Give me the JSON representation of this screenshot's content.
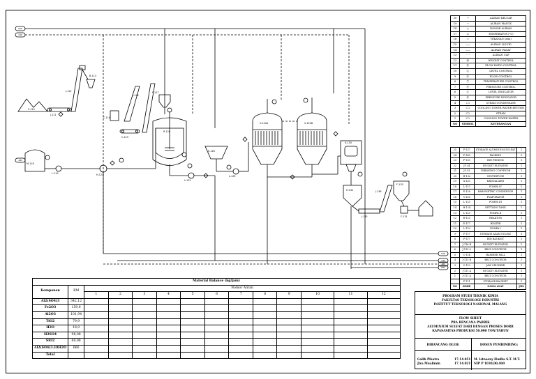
{
  "streams": {
    "top_left_1": "UAP",
    "top_left_2": "CW",
    "left_mid": "AIR",
    "right_1": "UAP",
    "right_2": "CW",
    "right_3": "AIR",
    "right_4": "UPL"
  },
  "tags": {
    "f110": "F-110",
    "j111": "J-111",
    "j112": "J-112",
    "b113": "B-113",
    "c114": "C-114",
    "c115": "C-115",
    "j116": "J-116",
    "f117": "F-117",
    "m118": "M-118",
    "l119": "L-119",
    "h121": "H-121",
    "l122": "L-122",
    "r120": "R-120",
    "v124a": "V-124A",
    "v124b": "V-124B",
    "l125": "L-125",
    "e126": "E-126",
    "x130": "X-130",
    "h132": "H-132",
    "j133": "J-133",
    "f135": "F-135",
    "j136": "J-136",
    "f131": "F-131"
  },
  "legend": {
    "rows": [
      {
        "no": "20",
        "sym": "→",
        "ket": "ALIRAN KELUAR"
      },
      {
        "no": "19",
        "sym": "⇢",
        "ket": "ALIRAN MASUK"
      },
      {
        "no": "18",
        "sym": "◇",
        "ket": "NOMOR ALIRAN"
      },
      {
        "no": "17",
        "sym": "▭",
        "ket": "TEMPERATUR (°C)"
      },
      {
        "no": "16",
        "sym": "⬭",
        "ket": "TEKANAN (atm)"
      },
      {
        "no": "15",
        "sym": "——",
        "ket": "ALIRAN LIQUID"
      },
      {
        "no": "14",
        "sym": "——",
        "ket": "ALIRAN PADAT"
      },
      {
        "no": "13",
        "sym": "- - -",
        "ket": "ALIRAN UAP"
      },
      {
        "no": "12",
        "sym": "Ⓦ",
        "ket": "WEIGHT CONTROL"
      },
      {
        "no": "11",
        "sym": "Ⓡ",
        "ket": "FLOW RATIO CONTROL"
      },
      {
        "no": "10",
        "sym": "Ⓛ",
        "ket": "LEVEL CONTROL"
      },
      {
        "no": "9",
        "sym": "Ⓕ",
        "ket": "FLOW CONTROL"
      },
      {
        "no": "8",
        "sym": "Ⓣ",
        "ket": "TEMPERATURE CONTROL"
      },
      {
        "no": "7",
        "sym": "Ⓟ",
        "ket": "PRESSURE CONTROL"
      },
      {
        "no": "6",
        "sym": "Ⓛ",
        "ket": "LEVEL INDICATOR"
      },
      {
        "no": "5",
        "sym": "Ⓟ",
        "ket": "PRESSURE INDICATOR"
      },
      {
        "no": "4",
        "sym": "⊂⊃",
        "ket": "STEAM CONDENSATE"
      },
      {
        "no": "3",
        "sym": "⊂⊃",
        "ket": "COOLING TOWER WATER RETURN"
      },
      {
        "no": "2",
        "sym": "⊂⊃",
        "ket": "STEAM"
      },
      {
        "no": "1",
        "sym": "⊂⊃",
        "ket": "COOLING TOWER WATER"
      }
    ],
    "head": {
      "no": "NO",
      "sym": "SIMBOL",
      "ket": "KETERANGAN"
    }
  },
  "equipment": {
    "rows": [
      {
        "no": "25",
        "kode": "F-137",
        "nama": "STORAGE ALUMINIUM SULFAT",
        "jml": "1"
      },
      {
        "no": "24",
        "kode": "P-136",
        "nama": "PACKING",
        "jml": "1"
      },
      {
        "no": "23",
        "kode": "F-135",
        "nama": "BIN PRODUK",
        "jml": "1"
      },
      {
        "no": "22",
        "kode": "J-134",
        "nama": "BUCKET ELEVATOR",
        "jml": "1"
      },
      {
        "no": "21",
        "kode": "J-133",
        "nama": "VIBRATING CONVEYOR",
        "jml": "1"
      },
      {
        "no": "20",
        "kode": "H-132",
        "nama": "CENTRIFUGE",
        "jml": "1"
      },
      {
        "no": "19",
        "kode": "X-130",
        "nama": "KRISTALIZER",
        "jml": "1"
      },
      {
        "no": "18",
        "kode": "L-127",
        "nama": "POMPA IV",
        "jml": "1"
      },
      {
        "no": "17",
        "kode": "E-128",
        "nama": "BAROMETRIC CONDENSOR",
        "jml": "1"
      },
      {
        "no": "16",
        "kode": "V-126",
        "nama": "EVAPORATOR",
        "jml": "1"
      },
      {
        "no": "15",
        "kode": "L-125",
        "nama": "POMPA III",
        "jml": "1"
      },
      {
        "no": "14",
        "kode": "H-124",
        "nama": "SETTLING TANK",
        "jml": "1"
      },
      {
        "no": "13",
        "kode": "L-123",
        "nama": "POMPA II",
        "jml": "1"
      },
      {
        "no": "12",
        "kode": "R-120",
        "nama": "REAKTOR",
        "jml": "1"
      },
      {
        "no": "11",
        "kode": "E-117",
        "nama": "HEATER",
        "jml": "1"
      },
      {
        "no": "10",
        "kode": "L-119",
        "nama": "POMPA I",
        "jml": "1"
      },
      {
        "no": "9",
        "kode": "F-117",
        "nama": "STORAGE ASAM SULFAT",
        "jml": "1"
      },
      {
        "no": "8",
        "kode": "F-117",
        "nama": "BIN BAUKSIT",
        "jml": "1"
      },
      {
        "no": "7",
        "kode": "J-116 B",
        "nama": "BUCKET ELEVATOR",
        "jml": "1"
      },
      {
        "no": "6",
        "kode": "J-115 C",
        "nama": "BELT CONVEYOR",
        "jml": "1"
      },
      {
        "no": "5",
        "kode": "C-114",
        "nama": "HAMMER MILL",
        "jml": "1"
      },
      {
        "no": "4",
        "kode": "J-113 B",
        "nama": "BELT CONVEYOR",
        "jml": "1"
      },
      {
        "no": "3",
        "kode": "C-112",
        "nama": "JAW CRUSHER",
        "jml": "1"
      },
      {
        "no": "2",
        "kode": "J-111 A",
        "nama": "BUCKET ELEVATOR",
        "jml": "1"
      },
      {
        "no": "1",
        "kode": "J-111 A",
        "nama": "BELT CONVEYOR",
        "jml": "1"
      },
      {
        "no": "",
        "kode": "F-111",
        "nama": "STORAGE BAUKSIT",
        "jml": "1"
      }
    ],
    "head": {
      "no": "NO",
      "kode": "KODE",
      "nama": "NAMA ALAT",
      "jml": "JML"
    }
  },
  "material_balance": {
    "title": "Material Balance (kg/jam)",
    "subtitle": "Nomor Aliran",
    "col_komponen": "Komponen",
    "col_bm": "BM",
    "streams": [
      "1",
      "2",
      "3",
      "4",
      "5",
      "6",
      "7",
      "8",
      "9",
      "10",
      "11",
      "12"
    ],
    "rows": [
      {
        "komp": "Al2(SO4)3",
        "bm": "342,12"
      },
      {
        "komp": "Fe2O3",
        "bm": "159,6"
      },
      {
        "komp": "Al2O3",
        "bm": "101,94"
      },
      {
        "komp": "TiO2",
        "bm": "79,9"
      },
      {
        "komp": "H2O",
        "bm": "18,0"
      },
      {
        "komp": "H2SO4",
        "bm": "98,08"
      },
      {
        "komp": "SiO2",
        "bm": "60,08"
      },
      {
        "komp": "Al2(SO4)3.18H2O",
        "bm": "666"
      },
      {
        "komp": "Total",
        "bm": ""
      }
    ]
  },
  "title_block": {
    "line1": "PROGRAM STUDI TEKNIK KIMIA",
    "line2": "FAKULTAS TEKNOLOGI INDUSTRI",
    "line3": "INSTITUT TEKNOLOGI NASIONAL MALANG",
    "line4": "FLOW SHEET",
    "line5": "PRA RENCANA PABRIK",
    "line6": "ALUMINIUM SULFAT DARI DENGAN PROSES DORR",
    "line7": "KAPASASITAS PRODUKSI 50.000 TON/TAHUN",
    "dirancang": "DIRANCANG OLEH:",
    "dosen": "DOSEN PEMBIMBING:",
    "name1": "Galih Pikatra",
    "nim1": "17.14.051",
    "name2": "Jiva Mualimin",
    "nim2": "17.14.021",
    "dosen_name": "M. Istnaeny Hudha S.T. M.T.",
    "dosen_nip": "NIP P 1030,00,400"
  }
}
